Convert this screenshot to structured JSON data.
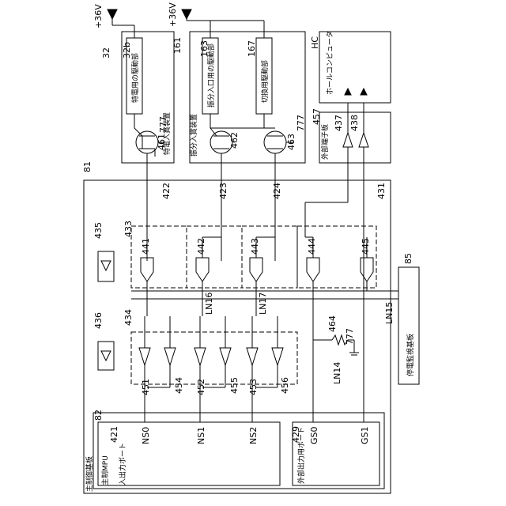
{
  "supply": {
    "top_left": "+36V",
    "top_mid": "+36V"
  },
  "refs": {
    "r32": "32",
    "r32b": "32b",
    "r161": "161",
    "r163": "163",
    "r167": "167",
    "rHC": "HC",
    "r457": "457",
    "r437": "437",
    "r438": "438",
    "r461": "461",
    "r462": "462",
    "r463": "463",
    "r81": "81",
    "r422": "422",
    "r423": "423",
    "r424": "424",
    "r431": "431",
    "r433": "433",
    "r434": "434",
    "r435": "435",
    "r436": "436",
    "r441": "441",
    "r442": "442",
    "r443": "443",
    "r444": "444",
    "r445": "445",
    "r451": "451",
    "r452": "452",
    "r453": "453",
    "r454": "454",
    "r455": "455",
    "r456": "456",
    "r464": "464",
    "r85": "85",
    "r82": "82",
    "r421": "421",
    "r429": "429",
    "r777a": "777",
    "r777b": "777",
    "r777c": "777"
  },
  "labels": {
    "driver_32b": "特電用の駆動部",
    "device_32": "特電入賞装置",
    "driver_163": "振分入口用の駆動部",
    "driver_167": "切換用駆動部",
    "device_161": "振分入賞装置",
    "hall_computer": "ホールコンピュータ",
    "ext_terminal": "外部端子板",
    "monitor_board": "停電監視基板",
    "main_board": "主制御基板",
    "main_mpu": "主制MPU",
    "io_port": "入出力ポート",
    "ext_out_port": "外部出力用ポート",
    "ln14": "LN14",
    "ln15": "LN15",
    "ln16": "LN16",
    "ln17": "LN17",
    "ns0": "NS0",
    "ns1": "NS1",
    "ns2": "NS2",
    "gs0": "GS0",
    "gs1": "GS1"
  }
}
